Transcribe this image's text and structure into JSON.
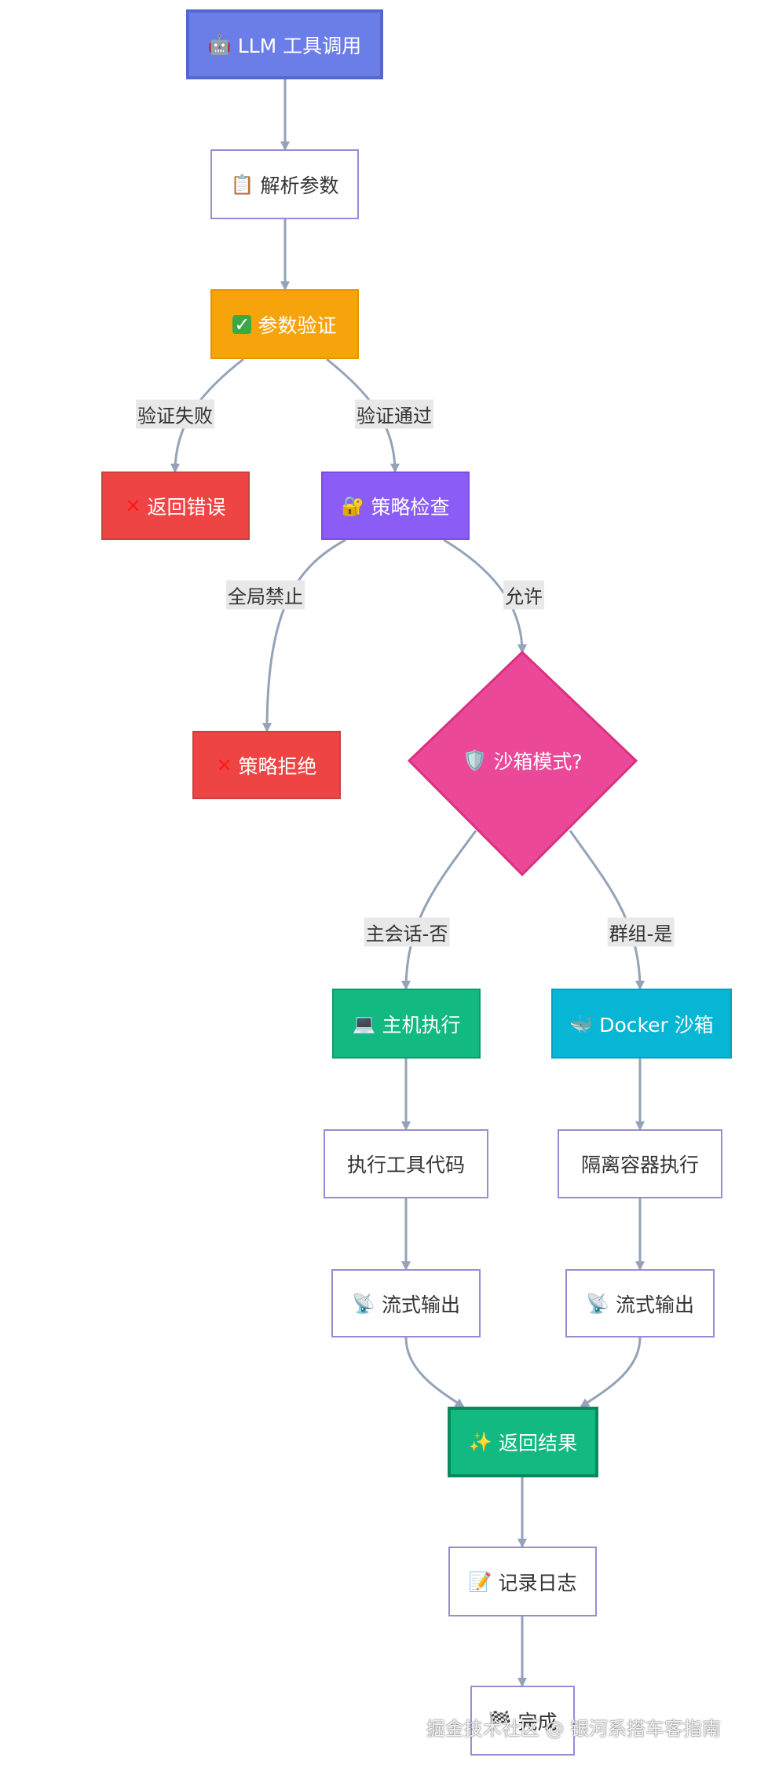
{
  "nodes": {
    "llm_call": {
      "label": "LLM 工具调用",
      "icon": "robot-icon"
    },
    "parse_params": {
      "label": "解析参数",
      "icon": "clipboard-icon"
    },
    "validate_params": {
      "label": "参数验证",
      "icon": "check-mark-icon"
    },
    "return_error": {
      "label": "返回错误",
      "icon": "cross-icon"
    },
    "policy_check": {
      "label": "策略检查",
      "icon": "lock-icon"
    },
    "policy_reject": {
      "label": "策略拒绝",
      "icon": "cross-icon"
    },
    "sandbox_mode": {
      "label": "沙箱模式?",
      "icon": "shield-icon"
    },
    "host_exec": {
      "label": "主机执行",
      "icon": "laptop-icon"
    },
    "docker_sandbox": {
      "label": "Docker 沙箱",
      "icon": "whale-icon"
    },
    "exec_tool_code": {
      "label": "执行工具代码"
    },
    "isolated_exec": {
      "label": "隔离容器执行"
    },
    "stream_output_left": {
      "label": "流式输出",
      "icon": "satellite-icon"
    },
    "stream_output_right": {
      "label": "流式输出",
      "icon": "satellite-icon"
    },
    "return_result": {
      "label": "返回结果",
      "icon": "sparkles-icon"
    },
    "write_log": {
      "label": "记录日志",
      "icon": "memo-icon"
    },
    "done": {
      "label": "完成",
      "icon": "checkered-flag-icon"
    }
  },
  "edges": {
    "validation_failed": "验证失败",
    "validation_passed": "验证通过",
    "globally_forbidden": "全局禁止",
    "allowed": "允许",
    "main_session_no": "主会话-否",
    "group_yes": "群组-是"
  },
  "colors": {
    "start": "#6b7ee8",
    "validate": "#f6a30c",
    "error": "#ef4444",
    "policy": "#8b5cf6",
    "decision": "#ec4899",
    "host": "#12b981",
    "docker": "#06b6d4",
    "edge": "#94a3b8"
  },
  "watermark": "掘金技术社区 @ 银河系搭车客指南"
}
